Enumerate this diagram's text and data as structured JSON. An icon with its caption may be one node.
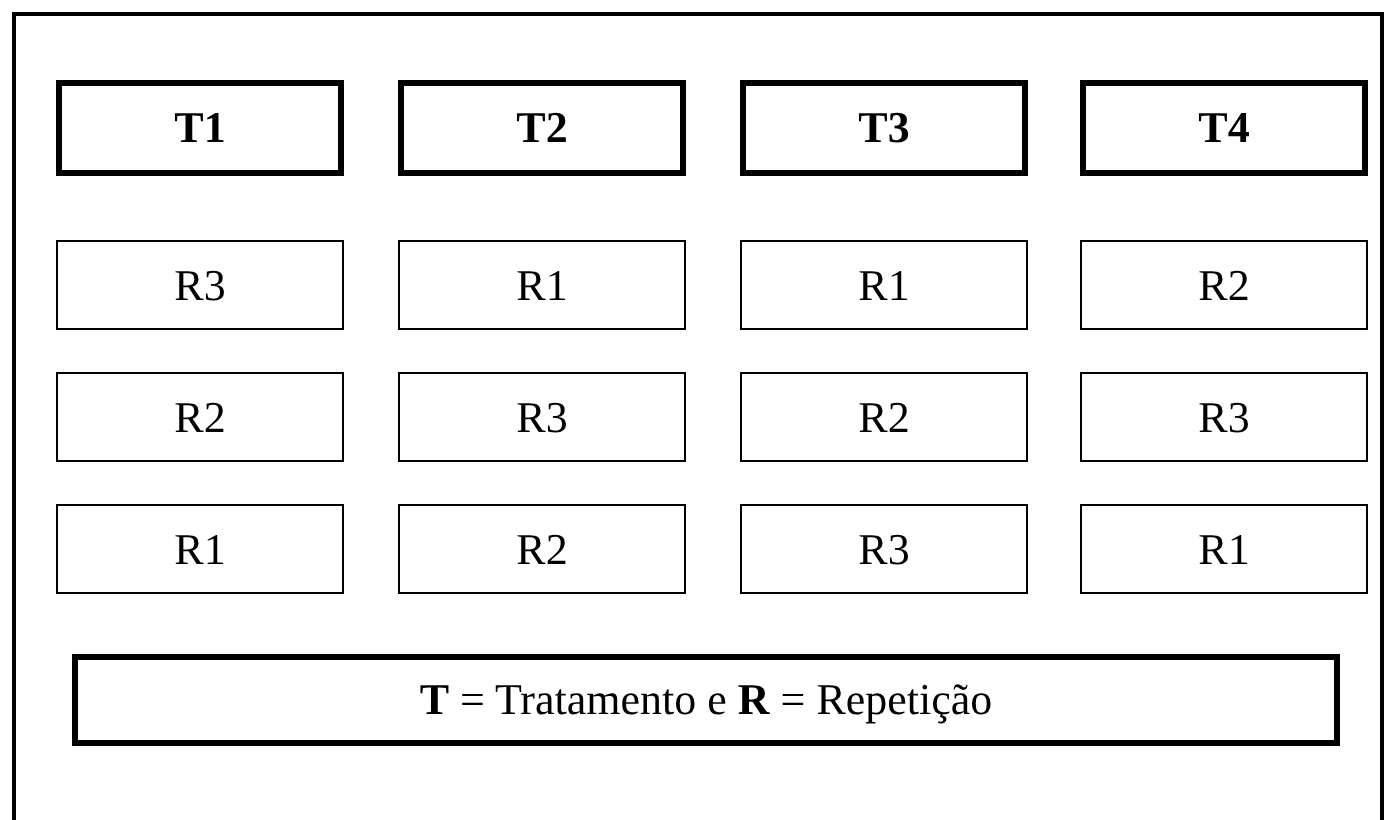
{
  "diagram": {
    "nodes": [
      {
        "text": [
          "T1"
        ]
      },
      {
        "text": [
          "T2"
        ]
      },
      {
        "text": [
          "T3"
        ]
      },
      {
        "text": [
          "T4"
        ]
      },
      {
        "text": [
          "R3"
        ]
      },
      {
        "text": [
          "R1"
        ]
      },
      {
        "text": [
          "R1"
        ]
      },
      {
        "text": [
          "R2"
        ]
      },
      {
        "text": [
          "R2"
        ]
      },
      {
        "text": [
          "R3"
        ]
      },
      {
        "text": [
          "R2"
        ]
      },
      {
        "text": [
          "R3"
        ]
      },
      {
        "text": [
          "R1"
        ]
      },
      {
        "text": [
          "R2"
        ]
      },
      {
        "text": [
          "R3"
        ]
      },
      {
        "text": [
          "R1"
        ]
      },
      {
        "text": [
          "**T** = Tratamento e **R** = Repetição"
        ]
      }
    ]
  }
}
